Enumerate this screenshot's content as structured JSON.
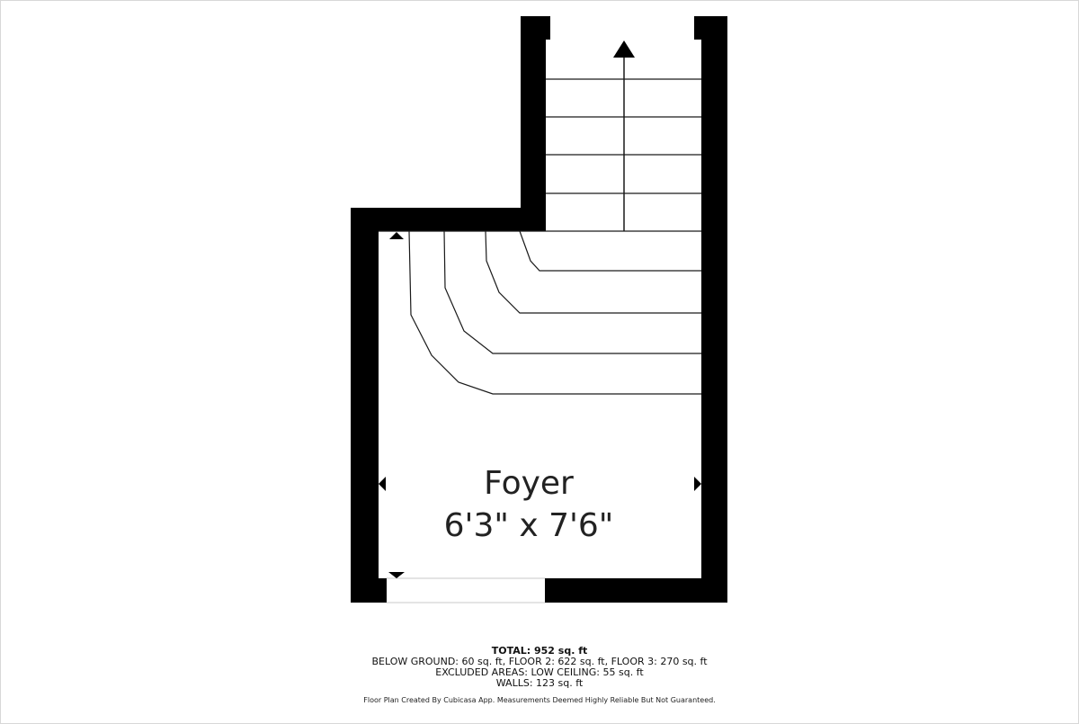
{
  "room": {
    "name": "Foyer",
    "dimensions": "6'3\" x 7'6\""
  },
  "summary": {
    "total": "TOTAL: 952 sq. ft",
    "areas": "BELOW GROUND: 60 sq. ft, FLOOR 2: 622 sq. ft, FLOOR 3: 270 sq. ft",
    "excluded": "EXCLUDED AREAS: LOW CEILING: 55 sq. ft",
    "walls": "WALLS: 123 sq. ft"
  },
  "credit": "Floor Plan Created By Cubicasa App. Measurements Deemed Highly Reliable But Not Guaranteed.",
  "colors": {
    "wall": "#000000",
    "line": "#1a1a1a",
    "background": "#ffffff"
  },
  "icons": {
    "stair_direction": "arrow-up-icon",
    "dimension_marker": "triangle-marker-icon"
  }
}
